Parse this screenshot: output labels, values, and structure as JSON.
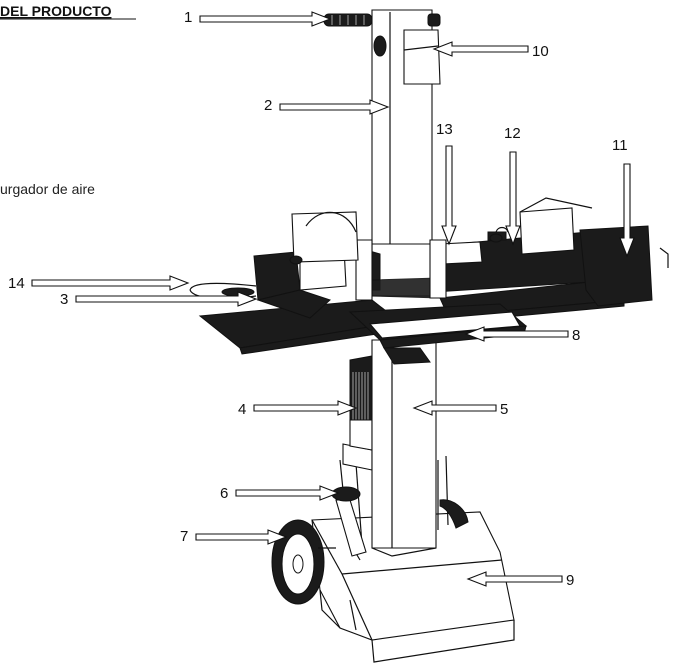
{
  "header": {
    "section_title": "DEL PRODUCTO",
    "side_note": "urgador de aire"
  },
  "callouts": [
    "1",
    "2",
    "3",
    "4",
    "5",
    "6",
    "7",
    "8",
    "9",
    "10",
    "11",
    "12",
    "13",
    "14"
  ],
  "colors": {
    "ink": "#111111",
    "fill_dark": "#1b1b1b",
    "paper": "#ffffff"
  }
}
